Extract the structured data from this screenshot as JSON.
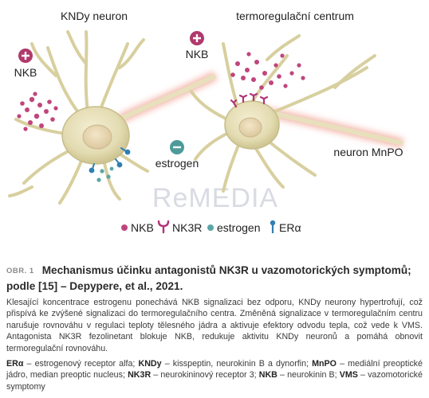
{
  "figure": {
    "label_kndy_neuron": "KNDy neuron",
    "label_thermo_center": "termoregulační centrum",
    "label_nkb_left": "NKB",
    "label_nkb_top": "NKB",
    "label_estrogen": "estrogen",
    "label_mnpo": "neuron MnPO",
    "watermark": "ReMEDIA",
    "legend": {
      "nkb": "NKB",
      "nk3r": "NK3R",
      "estrogen": "estrogen",
      "era": "ERα"
    },
    "colors": {
      "neuron_body": "#e6dfb8",
      "neuron_outline": "#c9bf8e",
      "nkb_dot": "#c0457c",
      "nk3r": "#b0357a",
      "estrogen_dot": "#5aa6a6",
      "era": "#2f7fb3",
      "axon_glow": "#f3b7a8",
      "plus_badge": "#b03a6c",
      "minus_badge": "#4e9a9a"
    }
  },
  "caption": {
    "label": "OBR. 1",
    "title": "Mechanismus účinku antagonistů NK3R u vazomotorických symptomů; podle [15] – Depypere, et al., 2021.",
    "body": "Klesající koncentrace estrogenu ponechává NKB signalizaci bez odporu, KNDy neurony hypertrofují, což přispívá ke zvýšené signalizaci do termoregulačního centra. Změněná signalizace v termoregulačním centru narušuje rovnováhu v regulaci teploty tělesného jádra a aktivuje efektory odvodu tepla, což vede k VMS. Antagonista NK3R fezolinetant blokuje NKB, redukuje aktivitu KNDy neuronů a pomáhá obnovit termoregulační rovnováhu.",
    "abbreviations": [
      {
        "term": "ERα",
        "def": "estrogenový receptor alfa;"
      },
      {
        "term": "KNDy",
        "def": "kisspeptin, neurokinin B a dynorfin;"
      },
      {
        "term": "MnPO",
        "def": "mediální preoptické jádro, median preoptic nucleus;"
      },
      {
        "term": "NK3R",
        "def": "neurokininový receptor 3;"
      },
      {
        "term": "NKB",
        "def": "neurokinin B;"
      },
      {
        "term": "VMS",
        "def": "vazomotorické symptomy"
      }
    ]
  }
}
